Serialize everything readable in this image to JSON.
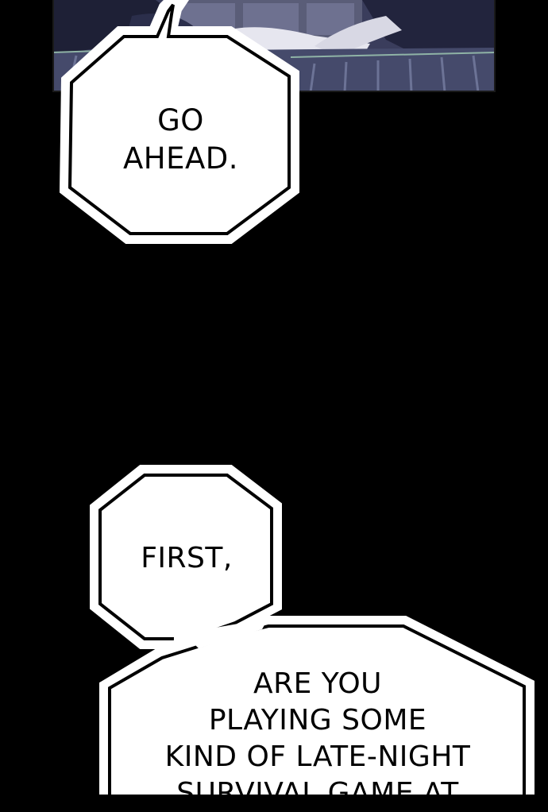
{
  "colors": {
    "background": "#000000",
    "bubble_fill": "#ffffff",
    "bubble_stroke": "#000000",
    "text": "#000000",
    "scene_dark": "#2a2d4a",
    "scene_blanket": "#4a4f70"
  },
  "bubbles": [
    {
      "lines": [
        "GO",
        "AHEAD."
      ]
    },
    {
      "lines": [
        "FIRST,"
      ]
    },
    {
      "lines": [
        "ARE YOU",
        "PLAYING SOME",
        "KIND OF LATE-NIGHT",
        "SURVIVAL GAME AT"
      ]
    }
  ]
}
